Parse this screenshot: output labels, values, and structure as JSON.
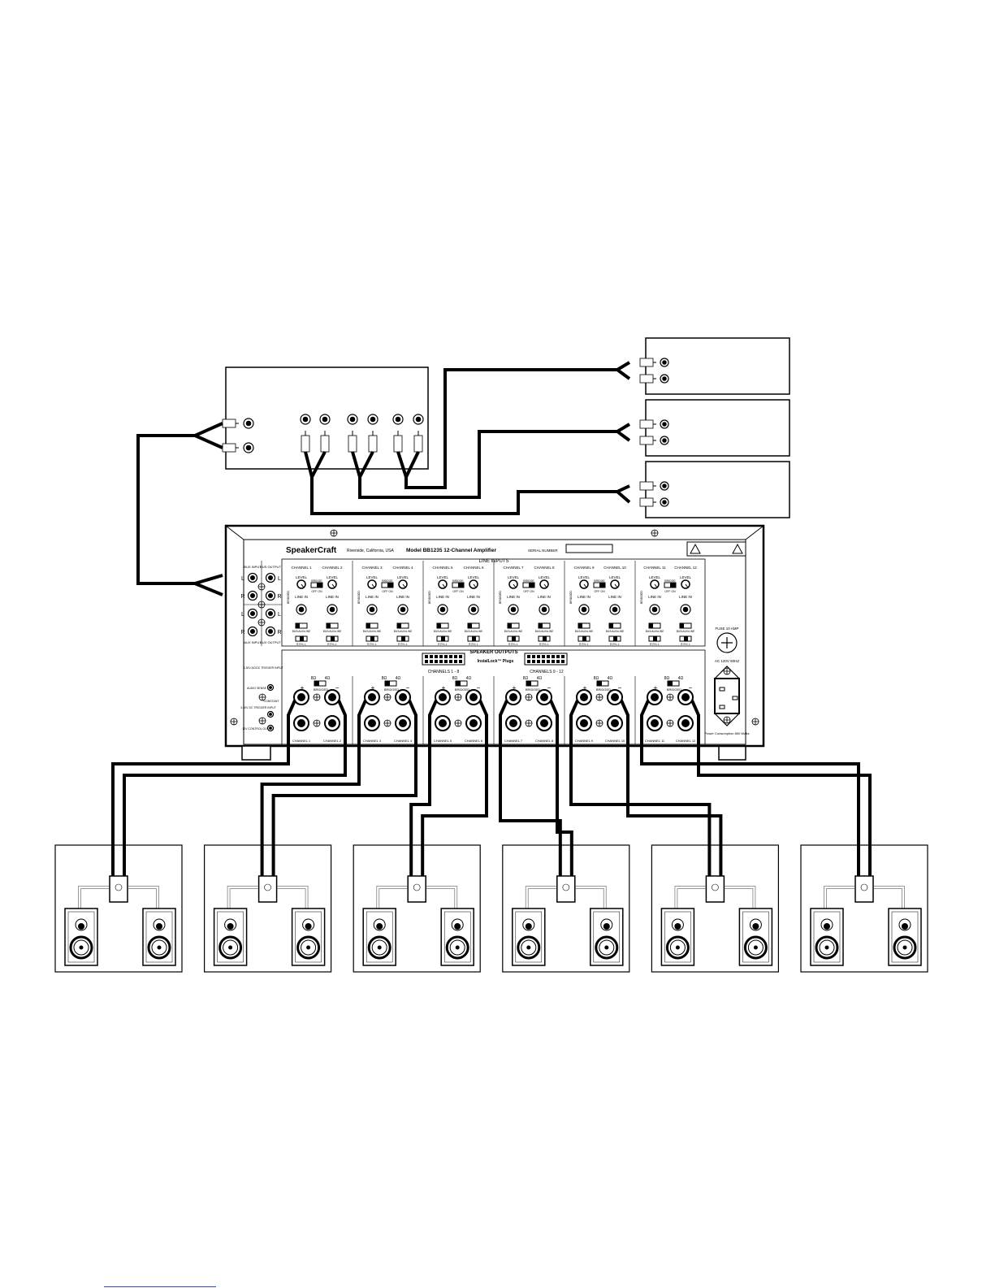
{
  "amplifier": {
    "brand": "SpeakerCraft",
    "location": "Riverside, California, USA",
    "model": "Model BB1235 12-Channel Amplifier",
    "serial_label": "SERIAL NUMBER",
    "line_inputs_label": "LINE INPUTS",
    "speaker_outputs_label": "SPEAKER OUTPUTS",
    "installock_label": "InstalLock™ Plugs",
    "plug_groups": [
      "CHANNELS 1 - 8",
      "CHANNELS 9 - 12"
    ],
    "channels": [
      "CHANNEL 1",
      "CHANNEL 2",
      "CHANNEL 3",
      "CHANNEL 4",
      "CHANNEL 5",
      "CHANNEL 6",
      "CHANNEL 7",
      "CHANNEL 8",
      "CHANNEL 9",
      "CHANNEL 10",
      "CHANNEL 11",
      "CHANNEL 12"
    ],
    "level_label": "LEVEL",
    "bridge_label": "BRIDGE",
    "off_on_label": "OFF  ON",
    "bridged_label": "BRIDGED",
    "line_in_label": "LINE IN",
    "source_select_label": "BUS•AUX•LINE",
    "mode_label": "R  R+L  L",
    "impedance_8": "8Ω",
    "impedance_4": "4Ω",
    "bus_input": "BUS INPUT",
    "bus_output": "BUS OUTPUT",
    "aux_input": "AUX INPUT",
    "aux_output": "AUX OUTPUT",
    "ac_trigger": "3-30V AC/DC TRIGGER INPUT",
    "audio_sense": "AUDIO SENSE",
    "constant": "CONSTANT",
    "dc_trigger": "3-30V DC TRIGGER INPUT",
    "control_output": "12V CONTROL OUTPUT",
    "fuse_label": "FUSE 10 AMP",
    "ac_label": "AC 120V 60HZ",
    "power_label": "Power Consumption 850 Watts",
    "jack_letters": [
      "L",
      "R",
      "L",
      "R"
    ]
  },
  "zones": 6
}
